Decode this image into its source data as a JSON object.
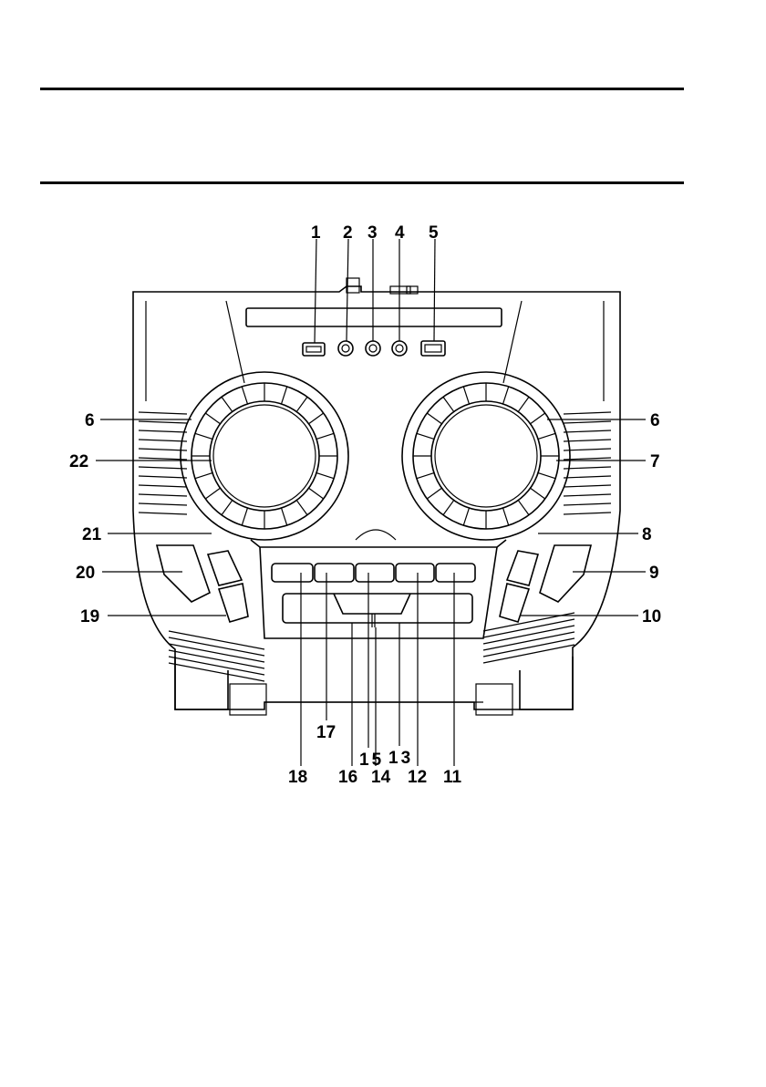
{
  "figure": {
    "callouts": {
      "c1": "1",
      "c2": "2",
      "c3": "3",
      "c4": "4",
      "c5": "5",
      "c6_left": "6",
      "c6_right": "6",
      "c7": "7",
      "c8": "8",
      "c9": "9",
      "c10": "10",
      "c11": "11",
      "c12": "12",
      "c13": "13",
      "c14": "14",
      "c15": "15",
      "c16": "16",
      "c17": "17",
      "c18": "18",
      "c19": "19",
      "c20": "20",
      "c21": "21",
      "c22": "22"
    }
  }
}
